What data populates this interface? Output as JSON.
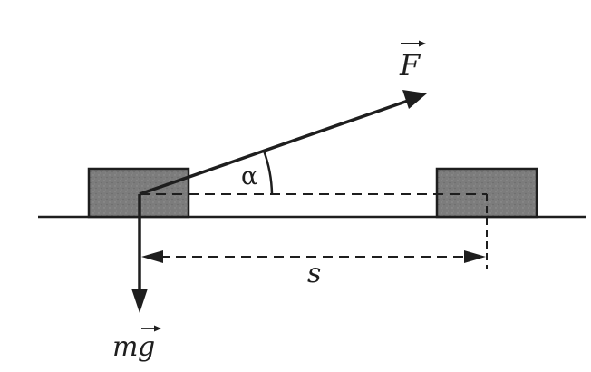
{
  "labels": {
    "force": "F",
    "angle": "α",
    "displacement": "s",
    "weight_m": "m",
    "weight_g": "g"
  },
  "colors": {
    "ink": "#1e1e1e",
    "block_fill": "#7a7a7a",
    "background": "#ffffff"
  }
}
